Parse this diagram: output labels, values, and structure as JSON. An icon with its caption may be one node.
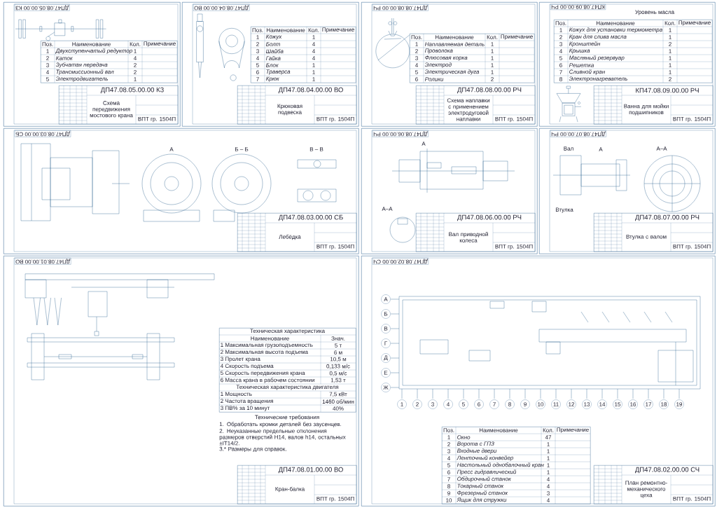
{
  "diagram": {
    "nodes": [
      {
        "text": [
          "ДП47.08.05.00.00 КЗ"
        ]
      },
      {
        "text": [
          "ДП47.08.04.00.00 ВО"
        ]
      },
      {
        "text": [
          "ДП47.08.08.00.00 РЧ"
        ]
      },
      {
        "text": [
          "КП47.08.09.00.00 РЧ"
        ]
      },
      {
        "text": [
          "ДП47.08.03.00.00 СБ"
        ]
      },
      {
        "text": [
          "ДП47.08.06.00.00 РЧ"
        ]
      },
      {
        "text": [
          "ДП47.08.07.00.00 РЧ"
        ]
      },
      {
        "text": [
          "ДП47.08.01.00.00 ВО"
        ]
      },
      {
        "text": [
          "ДП47.08.02.00.00 СЧ"
        ]
      },
      {
        "text": [
          "ДП47.08.05.00.00 КЗ",
          "Схема передвижения мостового крана",
          "ВПТ гр. 1504П"
        ],
        "in": 0
      },
      {
        "text": [
          "ДП47.08.04.00.00 ВО",
          "Крюковая подвеска",
          "ВПТ гр. 1504П"
        ],
        "in": 1
      },
      {
        "text": [
          "ДП47.08.08.00.00 РЧ",
          "Схема наплавки с применением электродуговой наплавки",
          "ВПТ гр. 1504П"
        ],
        "in": 2
      },
      {
        "text": [
          "КП47.08.09.00.00 РЧ",
          "Ванна для мойки подшипников",
          "ВПТ гр. 1504П"
        ],
        "in": 3
      },
      {
        "text": [
          "ДП47.08.03.00.00 СБ",
          "Лебёдка",
          "ВПТ гр. 1504П"
        ],
        "in": 4
      },
      {
        "text": [
          "ДП47.08.06.00.00 РЧ",
          "Вал приводной колеса",
          "ВПТ гр. 1504П"
        ],
        "in": 5
      },
      {
        "text": [
          "ДП47.08.07.00.00 РЧ",
          "Втулка с валом",
          "ВПТ гр. 1504П"
        ],
        "in": 6
      },
      {
        "text": [
          "ДП47.08.01.00.00 ВО",
          "Кран-балка",
          "ВПТ гр. 1504П"
        ],
        "in": 7
      },
      {
        "text": [
          "ДП47.08.02.00.00 СЧ",
          "План ремонтно-механического цеха",
          "ВПТ гр. 1504П"
        ],
        "in": 8
      },
      {
        "text": [
          "Поз.",
          "Наименование",
          "Кол.",
          "Примечание",
          "1",
          "Двухступенчатый редуктор",
          "1",
          "2",
          "Каток",
          "4",
          "3",
          "Зубчатая передача",
          "2",
          "4",
          "Трансмиссионный вал",
          "2",
          "5",
          "Электродвигатель",
          "1"
        ],
        "in": 0
      },
      {
        "text": [
          "Поз.",
          "Наименование",
          "Кол.",
          "Примечание",
          "1",
          "Кожух",
          "1",
          "2",
          "Болт",
          "4",
          "3",
          "Шайба",
          "4",
          "4",
          "Гайка",
          "4",
          "5",
          "Блок",
          "1",
          "6",
          "Траверса",
          "1",
          "7",
          "Крюк",
          "1"
        ],
        "in": 1
      },
      {
        "text": [
          "Поз.",
          "Наименование",
          "Кол.",
          "Примечание",
          "1",
          "Наплавляемая деталь",
          "1",
          "2",
          "Проволока",
          "1",
          "3",
          "Флюсовая корка",
          "1",
          "4",
          "Электрод",
          "1",
          "5",
          "Электрическая дуга",
          "1",
          "6",
          "Ролики",
          "2"
        ],
        "in": 2
      },
      {
        "text": [
          "Поз.",
          "Наименование",
          "Кол.",
          "Примечание",
          "1",
          "Кожух для установки термометра",
          "1",
          "2",
          "Кран для слива масла",
          "1",
          "3",
          "Кронштейн",
          "2",
          "4",
          "Крышка",
          "1",
          "5",
          "Масляный резервуар",
          "1",
          "6",
          "Решетка",
          "1",
          "7",
          "Сливной кран",
          "1",
          "8",
          "Электронагреватель",
          "2"
        ],
        "in": 3
      },
      {
        "text": [
          "Поз.",
          "Наименование",
          "Кол.",
          "Примечание",
          "1",
          "Окно",
          "47",
          "2",
          "Ворота с ГПЗ",
          "1",
          "3",
          "Входные двери",
          "1",
          "4",
          "Ленточный конвейер",
          "1",
          "5",
          "Настольный однобалочный кран",
          "1",
          "6",
          "Пресс гидравлический",
          "1",
          "7",
          "Обдирочный станок",
          "4",
          "8",
          "Токарный станок",
          "4",
          "9",
          "Фрезерный станок",
          "3",
          "10",
          "Ящик для стружки",
          "4"
        ],
        "in": 8
      },
      {
        "text": [
          "Техническая характеристика",
          "Наименование",
          "Знач.",
          "1 Максимальная грузоподъемность",
          "5 т",
          "2 Максимальная высота подъема",
          "6 м",
          "3 Пролет крана",
          "10,5 м",
          "4 Скорость подъема",
          "0,133 м/с",
          "5 Скорость передвижения крана",
          "0,5 м/с",
          "6 Масса крана в рабочем состоянии",
          "1,53 т",
          "Техническая характеристика двигателя",
          "1 Мощность",
          "7,5 кВт",
          "2 Частота вращения",
          "1460 об/мин",
          "3 ПВ% за 10 минут",
          "40%"
        ],
        "in": 7
      }
    ],
    "labels": [
      "Уровень масла",
      "А",
      "Б – Б",
      "В – В",
      "А",
      "А–А",
      "Вал",
      "А",
      "А–А",
      "Втулка",
      "Технические требования",
      "1. Обработать кромки деталей без заусенцев.",
      "2. Неуказанные предельные отклонения размеров отверстий H14, валов h14, остальных ±IT14/2.",
      "3.* Размеры для справок.",
      "А",
      "Б",
      "В",
      "Г",
      "Д",
      "Е",
      "Ж",
      "1",
      "2",
      "3",
      "4",
      "5",
      "6",
      "7",
      "8",
      "9",
      "10",
      "11",
      "12",
      "13",
      "14",
      "15",
      "16",
      "17",
      "18",
      "19"
    ]
  }
}
